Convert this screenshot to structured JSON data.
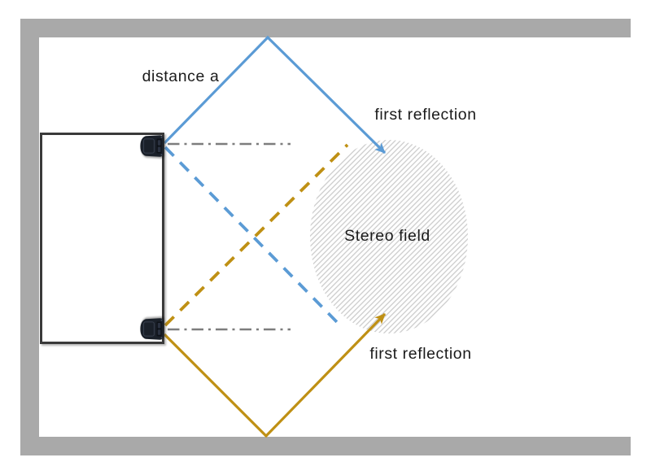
{
  "diagram": {
    "labels": {
      "distance_a": "distance a",
      "first_reflection_top": "first reflection",
      "stereo_field": "Stereo field",
      "first_reflection_bottom": "first reflection"
    },
    "colors": {
      "background": "#ffffff",
      "wall": "#a9a9a9",
      "reflection_blue": "#5b9bd5",
      "reflection_gold": "#bf9014",
      "axis_gray": "#7d7d7d",
      "hatch": "#c8c8c8",
      "desk_border": "#3a3a3a",
      "desk_fill": "#ffffff",
      "speaker_body": "#1a2029",
      "text": "#1a1a1a"
    },
    "icons": {
      "speaker": "studio-monitor-speaker"
    }
  }
}
